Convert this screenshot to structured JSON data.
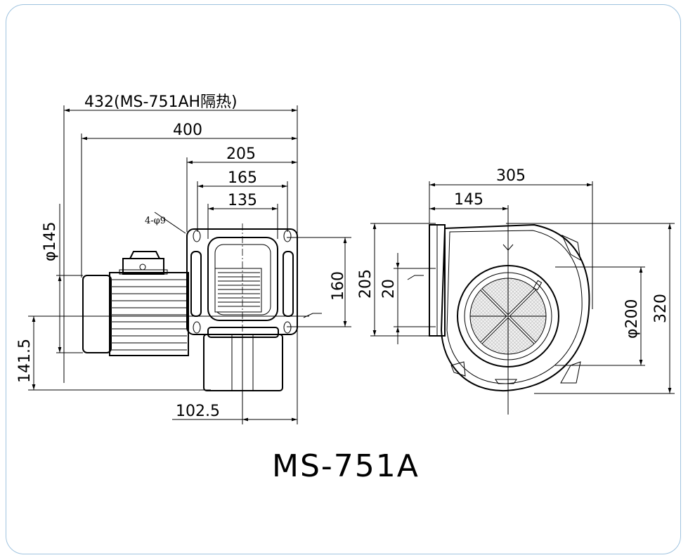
{
  "model_name": "MS-751A",
  "front_view": {
    "overall_width_label": "432(MS-751AH隔热)",
    "width_400": "400",
    "width_205": "205",
    "width_165": "165",
    "width_135": "135",
    "hole_label": "4-φ9",
    "height_160": "160",
    "motor_diameter": "φ145",
    "center_height": "141.5",
    "offset_102_5": "102.5"
  },
  "side_view": {
    "width_305": "305",
    "width_145": "145",
    "height_205": "205",
    "height_20": "20",
    "inlet_diameter": "φ200",
    "height_320": "320"
  },
  "colors": {
    "frame_border": "#9fc3df",
    "line": "#000000",
    "mesh": "#d8d8d8"
  }
}
